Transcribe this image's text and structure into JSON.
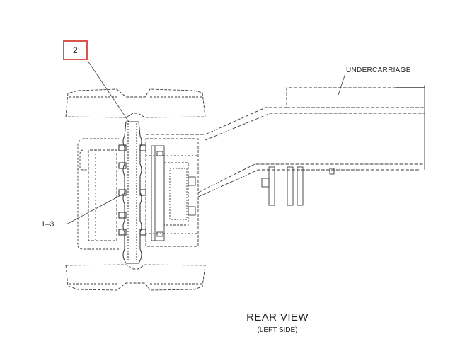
{
  "diagram": {
    "label_undercarriage": "UNDERCARRIAGE",
    "label_part_1_3": "1–3",
    "callout_2": "2",
    "view_title": "REAR VIEW",
    "view_subtitle": "(LEFT SIDE)"
  },
  "colors": {
    "line": "#3a3a3a",
    "callout_border": "#d9534f"
  }
}
